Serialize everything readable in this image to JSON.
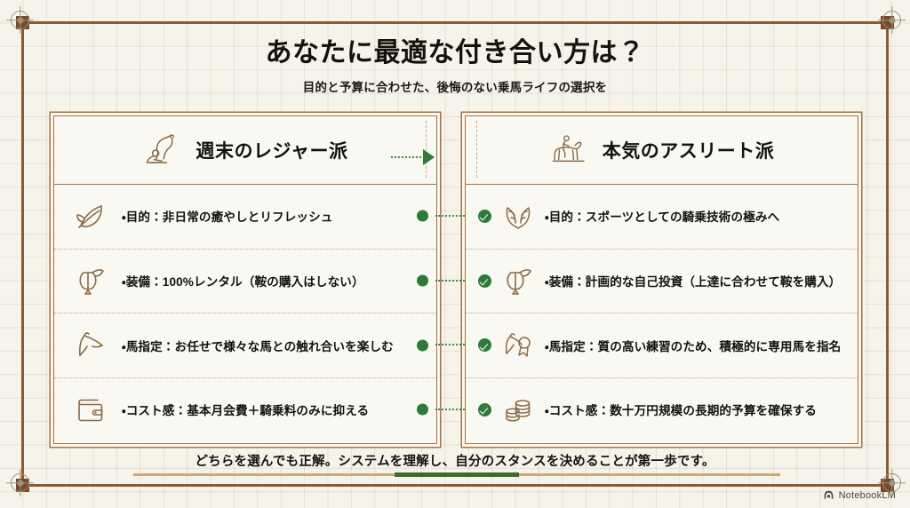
{
  "header": {
    "title": "あなたに最適な付き合い方は？",
    "subtitle": "目的と予算に合わせた、後悔のない乗馬ライフの選択を"
  },
  "columns": {
    "left": {
      "heading": "週末のレジャー派",
      "icon": "horse-with-person-icon",
      "rows": [
        {
          "icon": "leaf-icon",
          "text": "・目的：非日常の癒やしとリフレッシュ"
        },
        {
          "icon": "saddle-icon",
          "text": "・装備：100%レンタル（鞍の購入はしない）"
        },
        {
          "icon": "horse-head-icon",
          "text": "・馬指定：お任せで様々な馬との触れ合いを楽しむ"
        },
        {
          "icon": "wallet-icon",
          "text": "・コスト感：基本月会費＋騎乗料のみに抑える"
        }
      ]
    },
    "right": {
      "heading": "本気のアスリート派",
      "icon": "horse-rider-icon",
      "rows": [
        {
          "icon": "laurel-wreath-icon",
          "text": "・目的：スポーツとしての騎乗技術の極みへ"
        },
        {
          "icon": "saddle-icon",
          "text": "・装備：計画的な自己投資（上達に合わせて鞍を購入）"
        },
        {
          "icon": "horse-rosette-icon",
          "text": "・馬指定：質の高い練習のため、積極的に専用馬を指名"
        },
        {
          "icon": "coins-icon",
          "text": "・コスト感：数十万円規模の長期的予算を確保する"
        }
      ]
    }
  },
  "footer": {
    "text": "どちらを選んでも正解。システムを理解し、自分のスタンスを決めることが第一歩です。"
  },
  "watermark": {
    "label": "NotebookLM",
    "icon": "notebooklm-logo-icon"
  },
  "colors": {
    "paper": "#f6f3ea",
    "panel": "#faf8f2",
    "frame_brown": "#8a5a33",
    "border_brown": "#a8713f",
    "icon_brown": "#8a6a46",
    "accent_green": "#2f7a36",
    "footer_rule": "#c9a87e",
    "footer_accent": "#3f6b2e",
    "text_dark": "#14120f"
  }
}
